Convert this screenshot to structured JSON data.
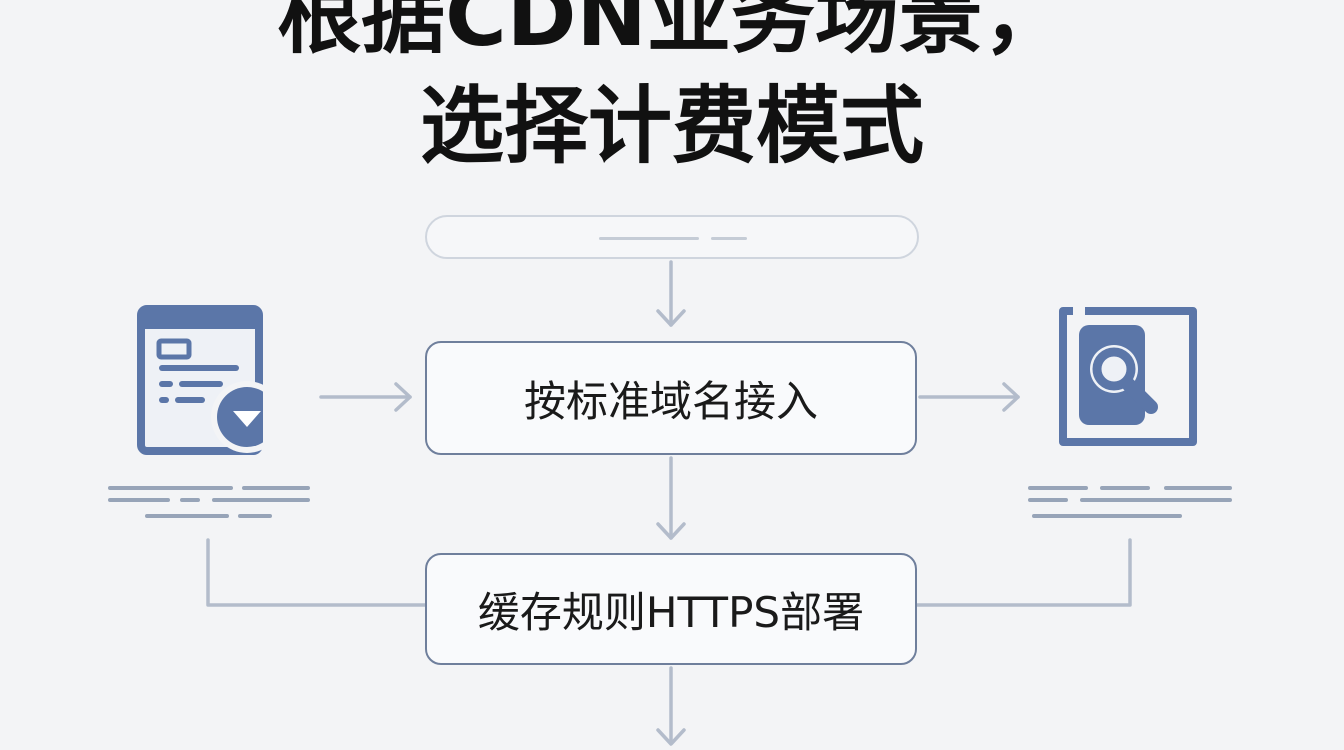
{
  "title": {
    "line1": "根据CDN业务场景，",
    "line2": "选择计费模式"
  },
  "nodes": {
    "step1": "按标准域名接入",
    "step2": "缓存规则HTTPS部署"
  },
  "colors": {
    "background": "#f3f4f6",
    "accent": "#5b76a8",
    "node_border": "#6f7f9c",
    "connector": "#b3bccb"
  },
  "icons": {
    "left": "document-download-icon",
    "right": "search-file-icon"
  }
}
